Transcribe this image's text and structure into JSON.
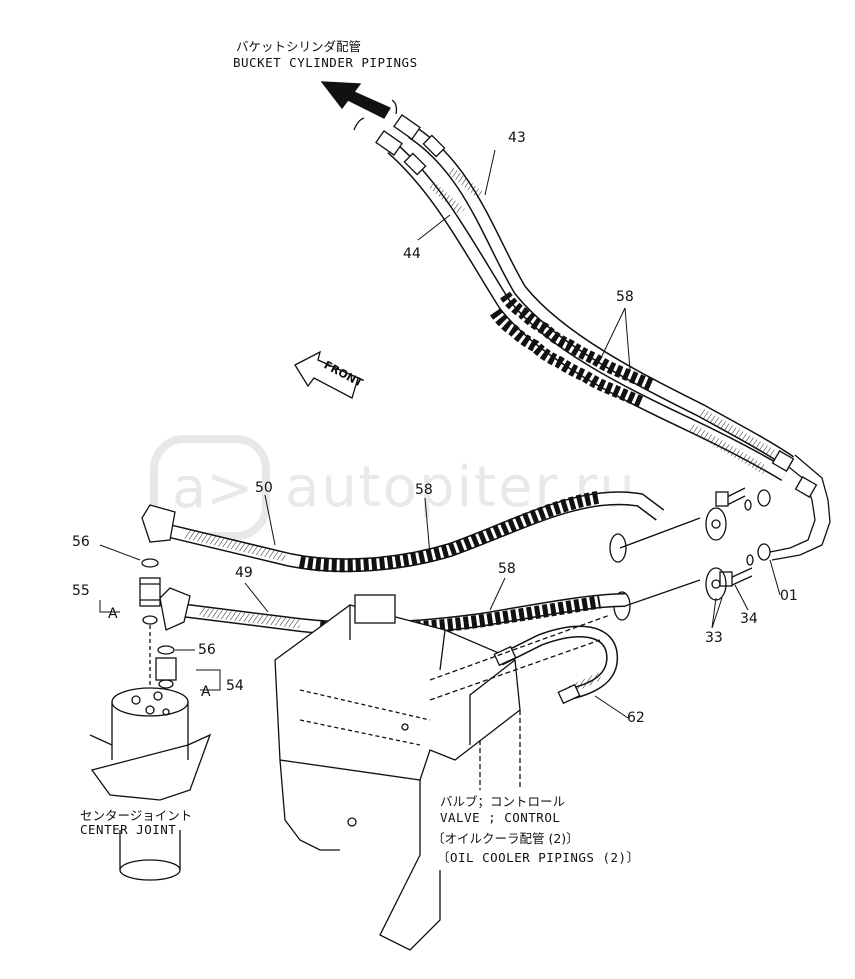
{
  "title_jp": "バケットシリンダ配管",
  "title_en": "BUCKET CYLINDER PIPINGS",
  "front_label": "FRONT",
  "watermark_text": "autopiter.ru",
  "parts": {
    "p43": "43",
    "p44": "44",
    "p58a": "58",
    "p58b": "58",
    "p58c": "58",
    "p50": "50",
    "p49": "49",
    "p56a": "56",
    "p56b": "56",
    "p55": "55",
    "pAa": "A",
    "pAb": "A",
    "p54": "54",
    "p01": "01",
    "p34": "34",
    "p33": "33",
    "p62": "62"
  },
  "center_joint_jp": "センタージョイント",
  "center_joint_en": "CENTER JOINT",
  "valve_jp": "バルブ；コントロール",
  "valve_en": "VALVE ; CONTROL",
  "oil_cooler_jp": "〔オイルクーラ配管 (2)〕",
  "oil_cooler_en": "〔OIL COOLER PIPINGS (2)〕",
  "colors": {
    "ink": "#111111",
    "watermark": "#e6e6e6"
  }
}
